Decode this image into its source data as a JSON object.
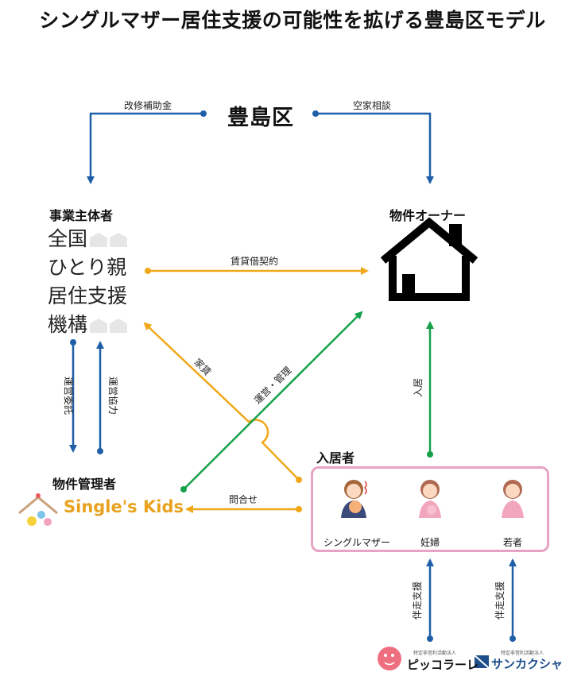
{
  "title": "シングルマザー居住支援の可能性を拡げる豊島区モデル",
  "nodes": {
    "toshima": "豊島区",
    "operator": {
      "label": "事業主体者",
      "logo_lines": [
        "全国",
        "ひとり親",
        "居住支援",
        "機構"
      ]
    },
    "owner": "物件オーナー",
    "manager": {
      "label": "物件管理者",
      "logo_text": "Single's Kids"
    },
    "residents": {
      "label": "入居者",
      "items": [
        "シングルマザー",
        "妊婦",
        "若者"
      ]
    },
    "support_orgs": [
      {
        "name": "ピッコラーレ",
        "note": "特定非営利活動法人"
      },
      {
        "name": "サンカクシャ",
        "note": "特定非営利活動法人"
      }
    ]
  },
  "edges": {
    "renovation_subsidy": "改修補助金",
    "vacancy_consult": "空家相談",
    "lease_contract": "賃貸借契約",
    "rent": "家賃",
    "operation_management": "運営・管理",
    "move_in": "入居",
    "management_consign": "運営委託",
    "management_coop": "運営協力",
    "inquiry": "問合せ",
    "accompany_support_1": "伴走支援",
    "accompany_support_2": "伴走支援"
  },
  "colors": {
    "blue": "#1f5fa8",
    "orange": "#f0a818",
    "green": "#16a04a",
    "pink": "#e7a3c4"
  }
}
